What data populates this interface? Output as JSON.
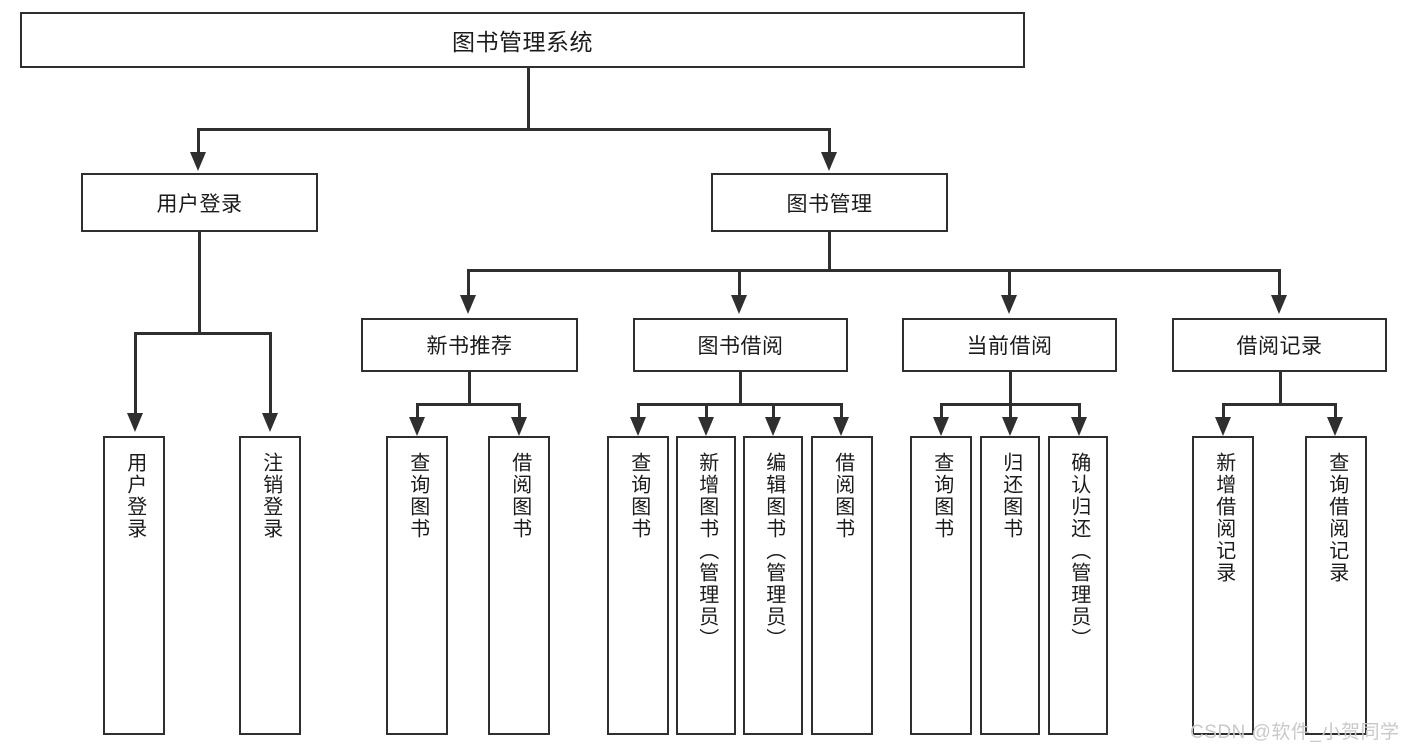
{
  "diagram": {
    "title": "图书管理系统",
    "watermark": "CSDN @软件_小贺同学",
    "colors": {
      "box_border": "#2f2f2f",
      "box_fill": "#ffffff",
      "connector": "#2f2f2f",
      "text": "#1b1b1b",
      "watermark": "#c9c9c9",
      "background": "#ffffff"
    }
  },
  "nodes": {
    "root": {
      "label": "图书管理系统"
    },
    "level2": [
      {
        "label": "用户登录"
      },
      {
        "label": "图书管理"
      }
    ],
    "level3": [
      {
        "label": "新书推荐"
      },
      {
        "label": "图书借阅"
      },
      {
        "label": "当前借阅"
      },
      {
        "label": "借阅记录"
      }
    ],
    "leaves": {
      "user_login": [
        {
          "label": "用户登录"
        },
        {
          "label": "注销登录"
        }
      ],
      "new_book": [
        {
          "label": "查询图书"
        },
        {
          "label": "借阅图书"
        }
      ],
      "book_borrow": [
        {
          "label": "查询图书"
        },
        {
          "label": "新增图书（管理员）"
        },
        {
          "label": "编辑图书（管理员）"
        },
        {
          "label": "借阅图书"
        }
      ],
      "current_borrow": [
        {
          "label": "查询图书"
        },
        {
          "label": "归还图书"
        },
        {
          "label": "确认归还（管理员）"
        }
      ],
      "borrow_record": [
        {
          "label": "新增借阅记录"
        },
        {
          "label": "查询借阅记录"
        }
      ]
    }
  }
}
